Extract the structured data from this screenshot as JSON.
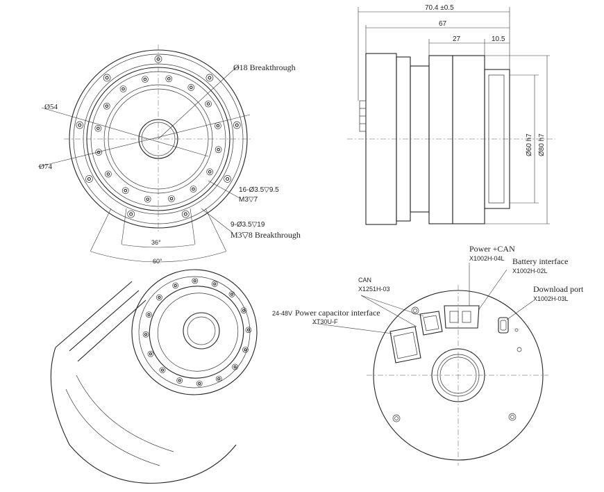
{
  "front_view": {
    "breakthrough_label": "Ø18 Breakthrough",
    "dia54_label": "Ø54",
    "dia74_label": "Ø74",
    "holes16_line1": "16-Ø3.5▽9.5",
    "holes16_line2": "M3▽7",
    "holes9_line1": "9-Ø3.5▽19",
    "holes9_line2": "M3▽8 Breakthrough",
    "angle36_label": "36°",
    "angle60_label": "60°"
  },
  "side_view": {
    "overall_length_label": "70.4 ±0.5",
    "length67_label": "67",
    "length27_label": "27",
    "length10_label": "10.5",
    "dia60_label": "Ø60 h7",
    "dia80_label": "Ø80 h7"
  },
  "back_view": {
    "power_can_title": "Power +CAN",
    "power_can_part": "X1002H-04L",
    "battery_title": "Battery interface",
    "battery_part": "X1002H-02L",
    "download_title": "Download port",
    "download_part": "X1002H-03L",
    "can_title": "CAN",
    "can_part": "X1251H-03",
    "capacitor_voltage": "24-48V",
    "capacitor_title": "Power capacitor interface",
    "capacitor_part": "XT30U-F"
  }
}
